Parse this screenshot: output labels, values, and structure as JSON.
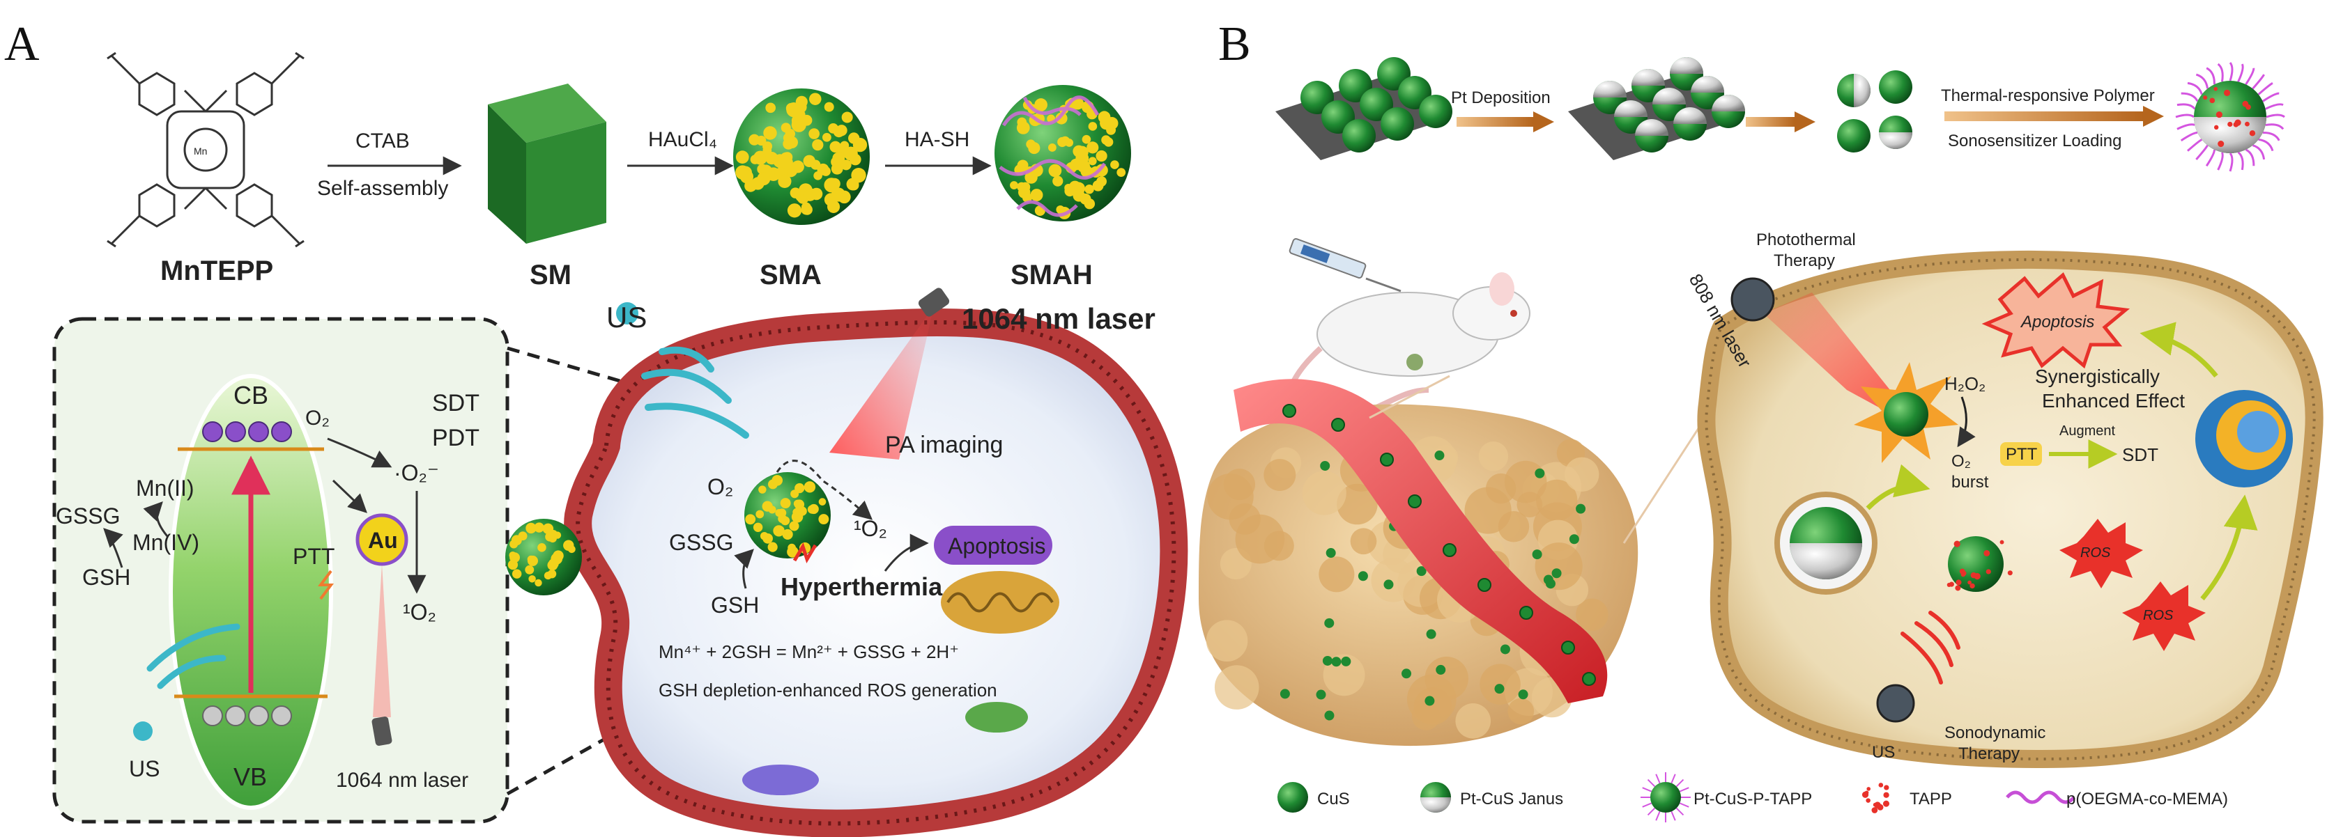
{
  "panel_a": {
    "label": "A",
    "molecule": "MnTEPP",
    "molecule_center": "Mn",
    "step1_top": "CTAB",
    "step1_bottom": "Self-assembly",
    "step2": "HAuCl₄",
    "step3": "HA-SH",
    "products": [
      "SM",
      "SMA",
      "SMAH"
    ],
    "band": {
      "cb": "CB",
      "vb": "VB",
      "mn2": "Mn(II)",
      "mn4": "Mn(IV)",
      "gssg": "GSSG",
      "gsh": "GSH",
      "o2": "O₂",
      "o2_radical": "·O₂⁻",
      "singlet": "¹O₂",
      "sdt": "SDT",
      "pdt": "PDT",
      "ptt": "PTT",
      "au": "Au",
      "us": "US",
      "laser": "1064 nm laser"
    },
    "cell": {
      "us": "US",
      "laser": "1064 nm laser",
      "pa": "PA imaging",
      "o2": "O₂",
      "singlet": "¹O₂",
      "gssg": "GSSG",
      "gsh": "GSH",
      "hyperthermia": "Hyperthermia",
      "apoptosis": "Apoptosis",
      "equation": "Mn⁴⁺ + 2GSH = Mn²⁺ + GSSG + 2H⁺",
      "caption": "GSH depletion-enhanced ROS generation"
    }
  },
  "panel_b": {
    "label": "B",
    "pt_deposition": "Pt Deposition",
    "polymer": "Thermal-responsive Polymer",
    "loading": "Sonosensitizer Loading",
    "photothermal": [
      "Photothermal",
      "Therapy"
    ],
    "laser": "808 nm laser",
    "h2o2": "H₂O₂",
    "synergy": [
      "Synergistically",
      "Enhanced Effect"
    ],
    "apoptosis": "Apoptosis",
    "o2_burst": [
      "O₂",
      "burst"
    ],
    "ptt": "PTT",
    "augment": "Augment",
    "sdt": "SDT",
    "ros": "ROS",
    "us": "US",
    "sonodynamic": [
      "Sonodynamic",
      "Therapy"
    ],
    "legend": [
      "CuS",
      "Pt-CuS Janus",
      "Pt-CuS-P-TAPP",
      "TAPP",
      "p(OEGMA-co-MEMA)"
    ]
  },
  "colors": {
    "green": "#1f7a2e",
    "yellow": "#f2d21b",
    "purple": "#8a4fc9",
    "membrane": "#b73a3a",
    "red": "#e8312a",
    "arrow_orange": "#b5651d"
  }
}
